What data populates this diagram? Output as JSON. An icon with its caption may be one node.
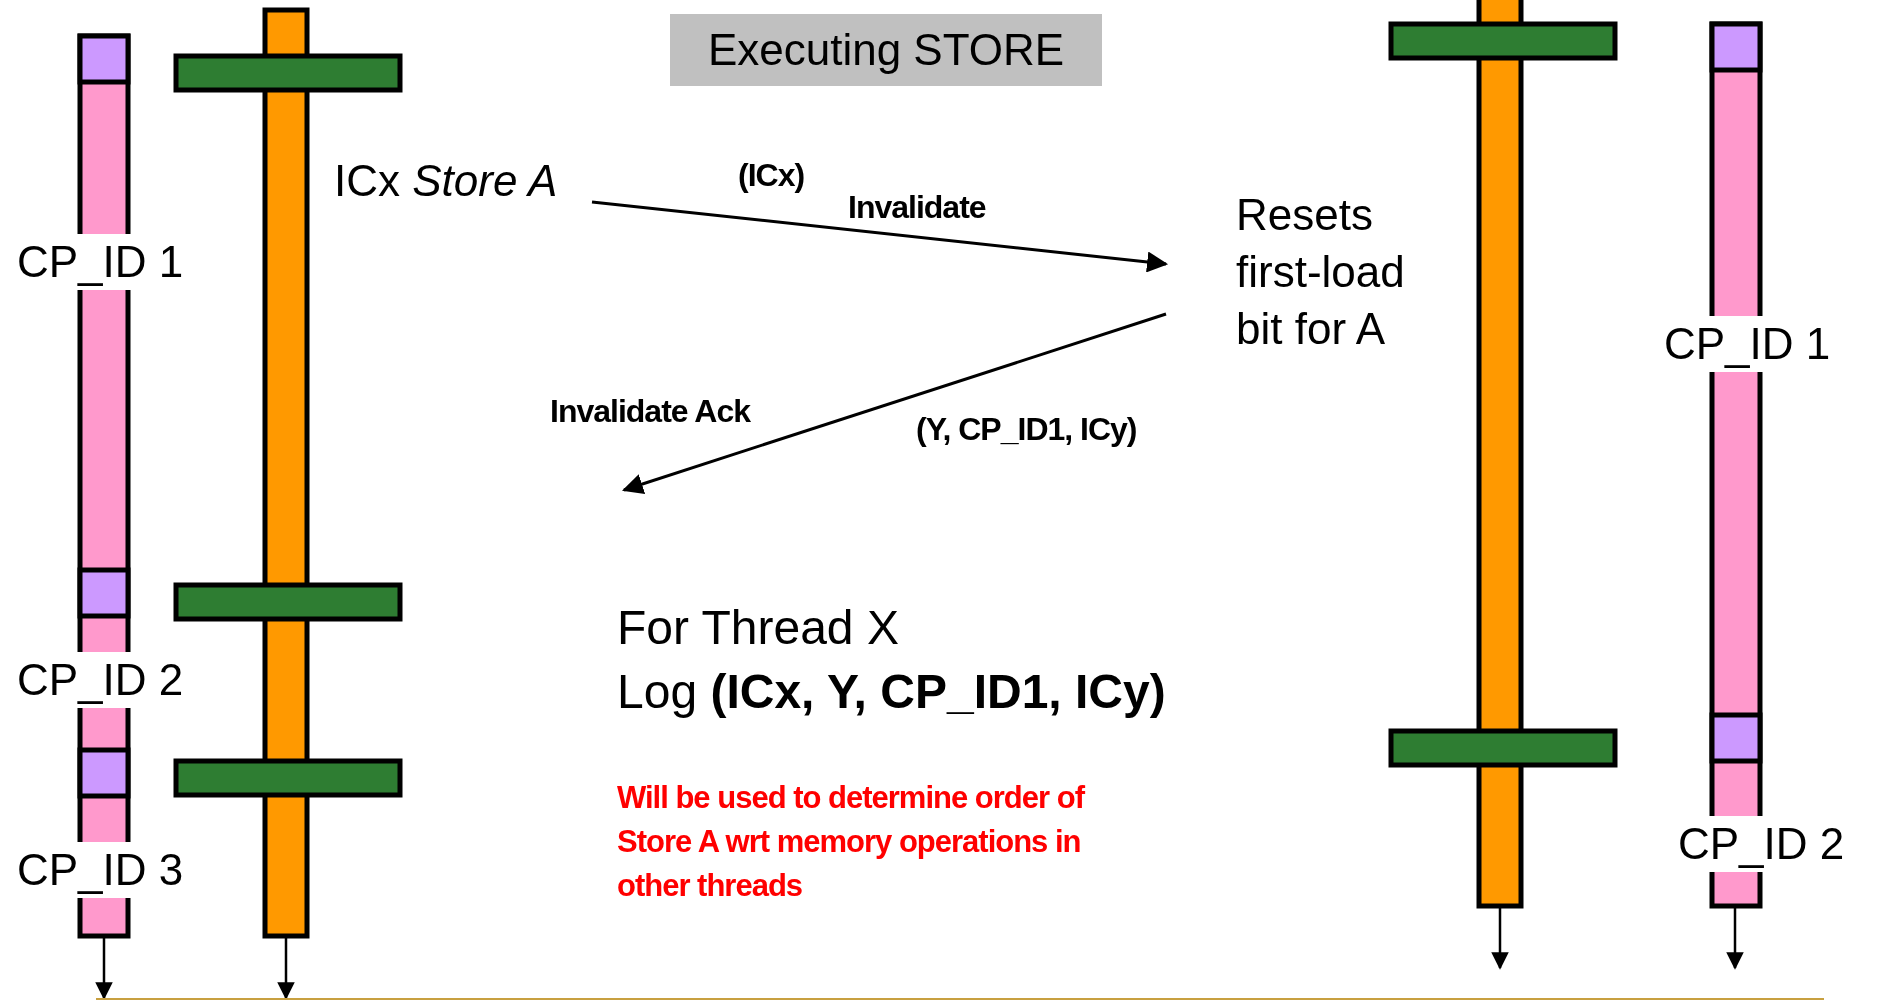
{
  "diagram": {
    "title": "Executing STORE",
    "nodes": [
      {
        "text": [
          "ICx *Store A*"
        ]
      },
      {
        "text": [
          "Resets first-load bit for A"
        ]
      }
    ],
    "edges": [
      {
        "from": 0,
        "to": 1,
        "arrow": "to",
        "label": "Invalidate"
      },
      {
        "from": 1,
        "to": null,
        "arrow": "to",
        "label": "Invalidate Ack"
      }
    ],
    "labels": [
      "CP_ID 1",
      "CP_ID 2",
      "CP_ID 3",
      "(ICx)",
      "(Y, CP_ID1, ICy)",
      "For Thread X",
      "Log **(ICx, Y, CP_ID1, ICy)**",
      "Will be used to determine order of Store A wrt memory operations in other threads",
      "CP_ID 1",
      "CP_ID 2"
    ]
  }
}
